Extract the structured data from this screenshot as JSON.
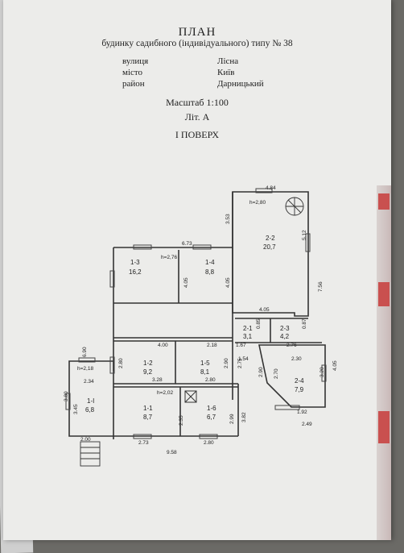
{
  "header": {
    "title": "ПЛАН",
    "subtitle": "будинку садибного (індивідуального) типу № 38"
  },
  "address": [
    {
      "label": "вулиця",
      "value": "Лісна"
    },
    {
      "label": "місто",
      "value": "Київ"
    },
    {
      "label": "район",
      "value": "Дарницький"
    }
  ],
  "scale": "Масштаб 1:100",
  "litera": "Літ. А",
  "floor": "І ПОВЕРХ",
  "rooms": [
    {
      "id": "1-1",
      "area": "8,7"
    },
    {
      "id": "1-2",
      "area": "9,2"
    },
    {
      "id": "1-3",
      "area": "16,2"
    },
    {
      "id": "1-4",
      "area": "8,8"
    },
    {
      "id": "1-5",
      "area": "8,1"
    },
    {
      "id": "1-6",
      "area": "6,7"
    },
    {
      "id": "1-І",
      "area": "6,8"
    },
    {
      "id": "2-1",
      "area": "3,1"
    },
    {
      "id": "2-2",
      "area": "20,7"
    },
    {
      "id": "2-3",
      "area": "4,2"
    },
    {
      "id": "2-4",
      "area": "7,9"
    }
  ],
  "heights": {
    "h_1_3": "h=2,76",
    "h_2_2": "h=2,80",
    "h_1_1": "h=2,02",
    "h_1_I": "h=2,18"
  },
  "dimensions": {
    "d_4_84": "4.84",
    "d_3_53": "3.53",
    "d_5_12": "5.12",
    "d_7_56": "7.56",
    "d_6_73": "6.73",
    "d_4_05a": "4.05",
    "d_4_05b": "4.05",
    "d_4_05c": "4.05",
    "d_0_85": "0.85",
    "d_0_87": "0.87",
    "d_6_90": "6.90",
    "d_4_00": "4.00",
    "d_2_18": "2.18",
    "d_1_67": "1.67",
    "d_2_76": "2.76",
    "d_1_54": "1.54",
    "d_2_30": "2.30",
    "d_2_34": "2.34",
    "d_2_80a": "2.80",
    "d_2_90a": "2.90",
    "d_2_75": "2.75",
    "d_2_90b": "2.90",
    "d_2_70": "2.70",
    "d_3_20": "3.20",
    "d_4_05d": "4.05",
    "d_3_28": "3.28",
    "d_2_80b": "2.80",
    "d_3_80": "3.80",
    "d_3_45": "3.45",
    "d_2_35": "2.35",
    "d_2_99": "2.99",
    "d_3_82": "3.82",
    "d_1_92": "1.92",
    "d_2_49": "2.49",
    "d_2_00": "2.00",
    "d_2_73": "2.73",
    "d_2_80c": "2.80",
    "d_9_58": "9.58"
  }
}
